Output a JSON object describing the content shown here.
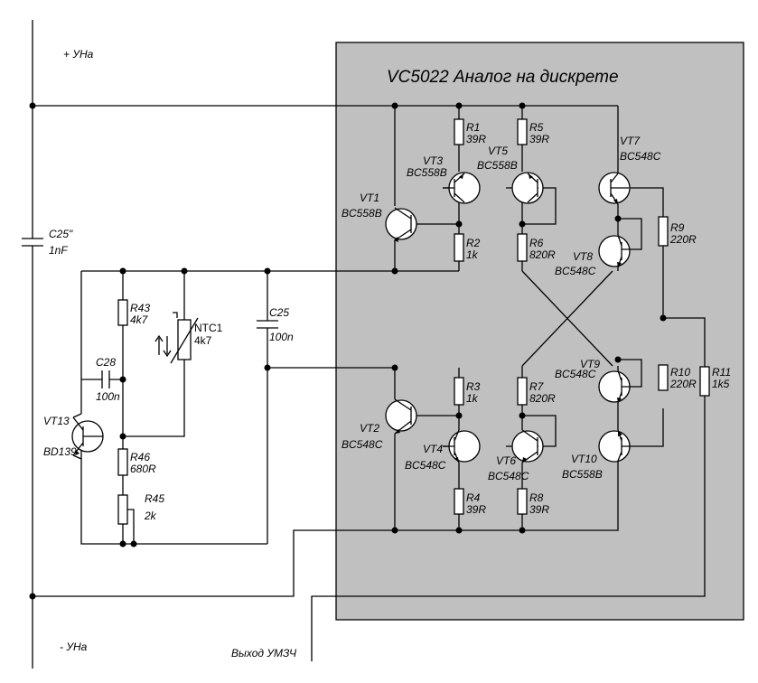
{
  "module": {
    "title": "VC5022 Аналог на дискрете",
    "fill_color": "#c0c0c0"
  },
  "rails": {
    "plus": "+ УНа",
    "minus": "- УНа",
    "output": "Выход УМЗЧ"
  },
  "external": {
    "C25p": {
      "name": "C25\"",
      "value": "1nF"
    },
    "C25": {
      "name": "C25",
      "value": "100n"
    },
    "C28": {
      "name": "C28",
      "value": "100n"
    },
    "R43": {
      "name": "R43",
      "value": "4k7"
    },
    "NTC1": {
      "name": "NTC1",
      "value": "4k7"
    },
    "VT13": {
      "name": "VT13",
      "type": "BD139"
    },
    "R46": {
      "name": "R46",
      "value": "680R"
    },
    "R45": {
      "name": "R45",
      "value": "2k"
    }
  },
  "transistors": {
    "VT1": {
      "name": "VT1",
      "type": "BC558B"
    },
    "VT2": {
      "name": "VT2",
      "type": "BC548C"
    },
    "VT3": {
      "name": "VT3",
      "type": "BC558B"
    },
    "VT4": {
      "name": "VT4",
      "type": "BC548C"
    },
    "VT5": {
      "name": "VT5",
      "type": "BC558B"
    },
    "VT6": {
      "name": "VT6",
      "type": "BC548C"
    },
    "VT7": {
      "name": "VT7",
      "type": "BC548C"
    },
    "VT8": {
      "name": "VT8",
      "type": "BC548C"
    },
    "VT9": {
      "name": "VT9",
      "type": "BC548C"
    },
    "VT10": {
      "name": "VT10",
      "type": "BC558B"
    }
  },
  "resistors": {
    "R1": {
      "name": "R1",
      "value": "39R"
    },
    "R2": {
      "name": "R2",
      "value": "1k"
    },
    "R3": {
      "name": "R3",
      "value": "1k"
    },
    "R4": {
      "name": "R4",
      "value": "39R"
    },
    "R5": {
      "name": "R5",
      "value": "39R"
    },
    "R6": {
      "name": "R6",
      "value": "820R"
    },
    "R7": {
      "name": "R7",
      "value": "820R"
    },
    "R8": {
      "name": "R8",
      "value": "39R"
    },
    "R9": {
      "name": "R9",
      "value": "220R"
    },
    "R10": {
      "name": "R10",
      "value": "220R"
    },
    "R11": {
      "name": "R11",
      "value": "1k5"
    }
  }
}
